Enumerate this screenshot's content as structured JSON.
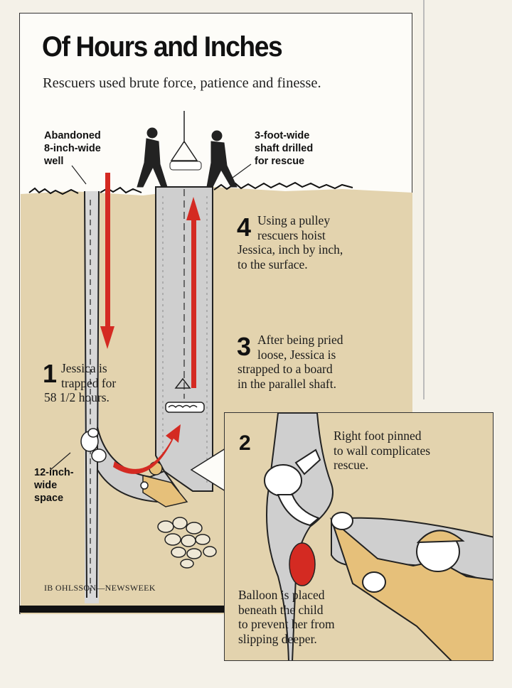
{
  "title": "Of Hours and Inches",
  "subtitle": "Rescuers used brute force, patience and finesse.",
  "labels": {
    "well": [
      "Abandoned",
      "8-inch-wide",
      "well"
    ],
    "shaft": [
      "3-foot-wide",
      "shaft drilled",
      "for rescue"
    ],
    "space": [
      "12-inch-",
      "wide",
      "space"
    ]
  },
  "steps": [
    {
      "number": "1",
      "lines": [
        "Jessica is",
        "trapped for",
        "58 1/2 hours."
      ]
    },
    {
      "number": "2",
      "lines": [
        "Right foot pinned",
        "to wall complicates",
        "rescue."
      ]
    },
    {
      "number": "3",
      "lines": [
        "After being pried",
        "loose, Jessica is",
        "strapped to a board",
        "in the parallel shaft."
      ]
    },
    {
      "number": "4",
      "lines": [
        "Using a pulley",
        "rescuers hoist",
        "Jessica, inch by inch,",
        "to the surface."
      ]
    }
  ],
  "balloon_note": [
    "Balloon is placed",
    "beneath the child",
    "to prevent her from",
    "slipping deeper."
  ],
  "credit": "IB OHLSSON—NEWSWEEK",
  "colors": {
    "soil": "#e3d3ae",
    "arrow": "#d42a22",
    "balloon": "#d42a22",
    "shaft": "#cfcfcf",
    "ink": "#111111"
  }
}
